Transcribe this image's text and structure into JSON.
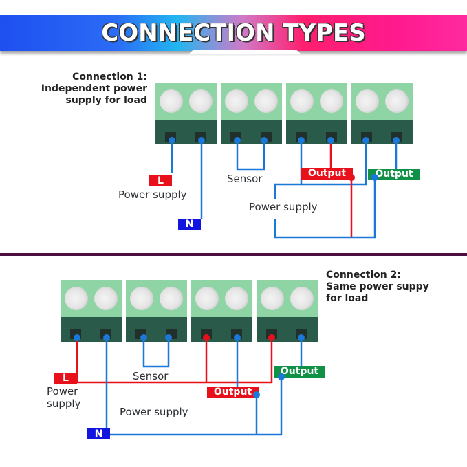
{
  "banner": {
    "title": "CONNECTION TYPES"
  },
  "colors": {
    "live": "#e8111b",
    "neutral": "#1a78d8",
    "output_green": "#119148",
    "neutral_tag": "#1414e0"
  },
  "connection1": {
    "heading_lines": [
      "Connection 1:",
      "Independent power",
      "supply for load"
    ],
    "terminal_blocks": 4,
    "labels": {
      "live_tag": "L",
      "power_supply_left": "Power supply",
      "neutral_tag": "N",
      "sensor": "Sensor",
      "power_supply_right": "Power supply",
      "output_red": "Output",
      "output_green": "Output"
    }
  },
  "connection2": {
    "heading_lines": [
      "Connection 2:",
      "Same power suppy",
      "for load"
    ],
    "terminal_blocks": 4,
    "labels": {
      "live_tag": "L",
      "power_supply_left_1": "Power",
      "power_supply_left_2": "supply",
      "neutral_tag": "N",
      "sensor": "Sensor",
      "power_supply_center": "Power supply",
      "output_red": "Output",
      "output_green": "Output"
    }
  }
}
